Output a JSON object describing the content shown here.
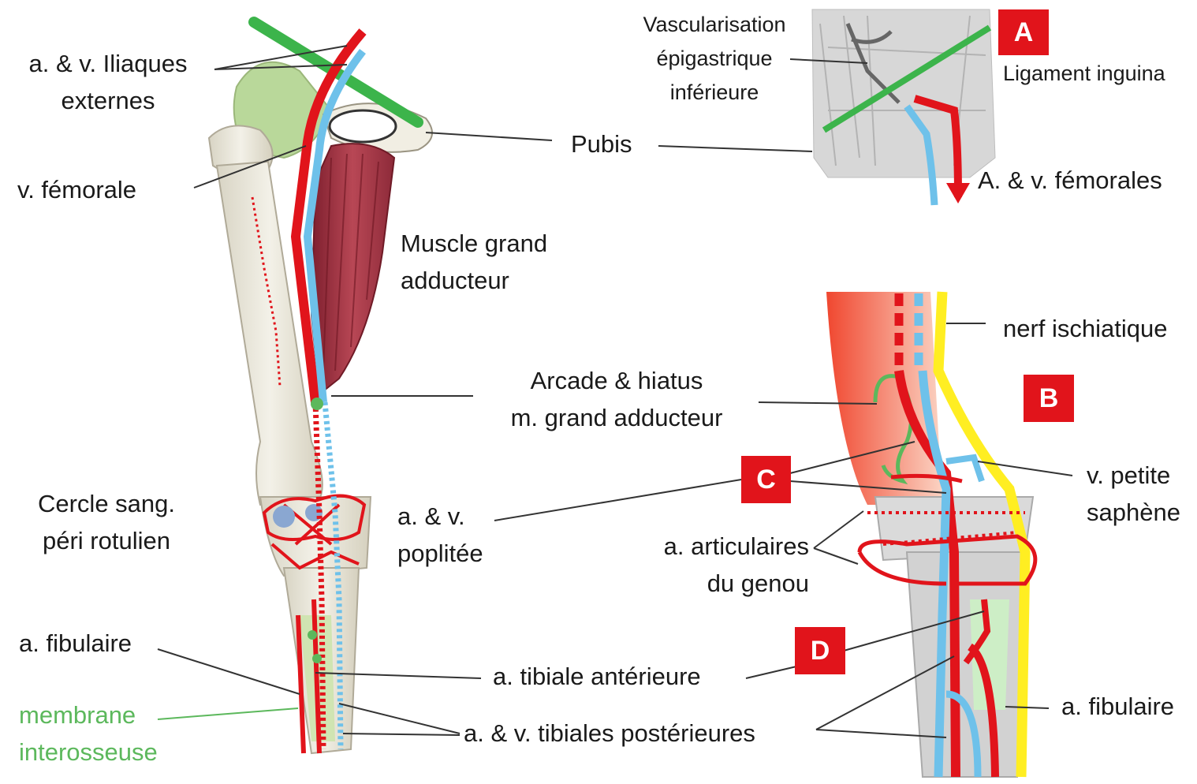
{
  "labels": {
    "iliac": "a. & v. Iliaques\nexternes",
    "femoral_vein": "v. fémorale",
    "pubis": "Pubis",
    "vascularisation": "Vascularisation\népigastrique\ninférieure",
    "inguinal": "Ligament inguina",
    "femorales": "A. & v. fémorales",
    "adductor_muscle": "Muscle grand\nadducteur",
    "nerve": "nerf ischiatique",
    "hiatus": "Arcade & hiatus\nm. grand adducteur",
    "small_saphenous": "v. petite\nsaphène",
    "popliteal": "a. & v.\npoplitée",
    "patellar_circle": "Cercle sang.\npéri rotulien",
    "articular": "a. articulaires\ndu genou",
    "fibular_left": "a. fibulaire",
    "anterior_tibial": "a. tibiale antérieure",
    "fibular_right": "a. fibulaire",
    "membrane": "membrane\ninterosseuse",
    "posterior_tibial": "a. & v. tibiales postérieures"
  },
  "badges": {
    "a": "A",
    "b": "B",
    "c": "C",
    "d": "D"
  },
  "colors": {
    "artery": "#e1141b",
    "vein": "#6ec1ea",
    "ligament": "#3cb44b",
    "nerve": "#ffee22",
    "muscle": "#9b2d3c",
    "badge": "#e1141b",
    "label_green": "#5cb85c"
  }
}
